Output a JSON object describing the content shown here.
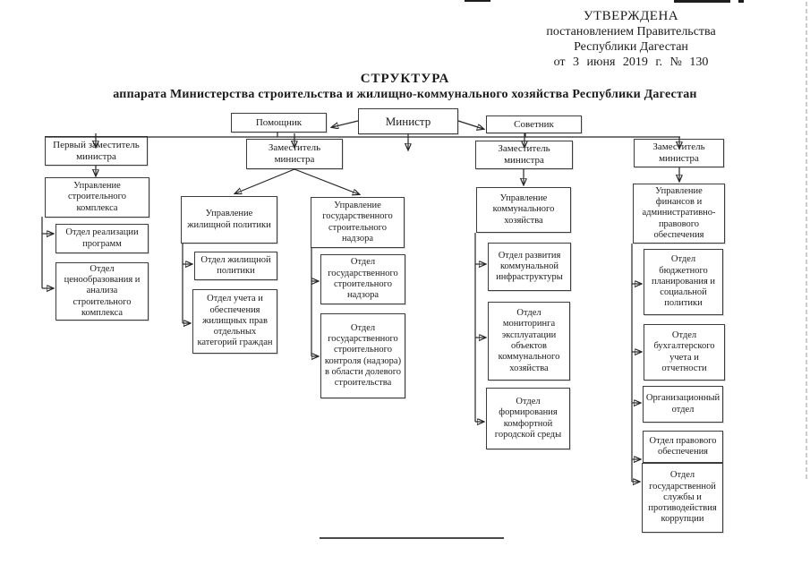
{
  "colors": {
    "background": "#ffffff",
    "ink": "#1b1b1b",
    "line": "#262626"
  },
  "stamp": {
    "lines": [
      "УТВЕРЖДЕНА",
      "постановлением Правительства",
      "Республики Дагестан",
      "от 3 июня 2019 г. № 130"
    ]
  },
  "title": "СТРУКТУРА",
  "subtitle": "аппарата Министерства строительства и жилищно-коммунального хозяйства Республики Дагестан",
  "nodes": {
    "minister": "Министр",
    "assistant": "Помощник",
    "advisor": "Советник",
    "first_deputy": "Первый заместитель министра",
    "deputy2": "Заместитель министра",
    "deputy3": "Заместитель министра",
    "deputy4": "Заместитель министра",
    "upr_stroy": "Управление строительного комплекса",
    "upr_zhil": "Управление жилищной политики",
    "upr_gosnadzor": "Управление государственного строительного надзора",
    "upr_kommun": "Управление коммунального хозяйства",
    "upr_fin": "Управление финансов и административно-правового обеспечения",
    "otd_realiz": "Отдел реализации программ",
    "otd_cena": "Отдел ценообразования и анализа строительного комплекса",
    "otd_zhil": "Отдел жилищной политики",
    "otd_uchet": "Отдел учета и обеспечения жилищных прав отдельных категорий граждан",
    "otd_nadzor": "Отдел государственного строительного надзора",
    "otd_kontrol": "Отдел государственного строительного контроля (надзора) в области долевого строительства",
    "otd_razvit": "Отдел развития коммунальной инфраструктуры",
    "otd_monitoring": "Отдел мониторинга эксплуатации объектов коммунального хозяйства",
    "otd_komfort": "Отдел формирования комфортной городской среды",
    "otd_budget": "Отдел бюджетного планирования и социальной политики",
    "otd_buh": "Отдел бухгалтерского учета и отчетности",
    "otd_org": "Организационный отдел",
    "otd_prav": "Отдел правового обеспечения",
    "otd_gossluzhba": "Отдел государственной службы и противодействия коррупции"
  }
}
